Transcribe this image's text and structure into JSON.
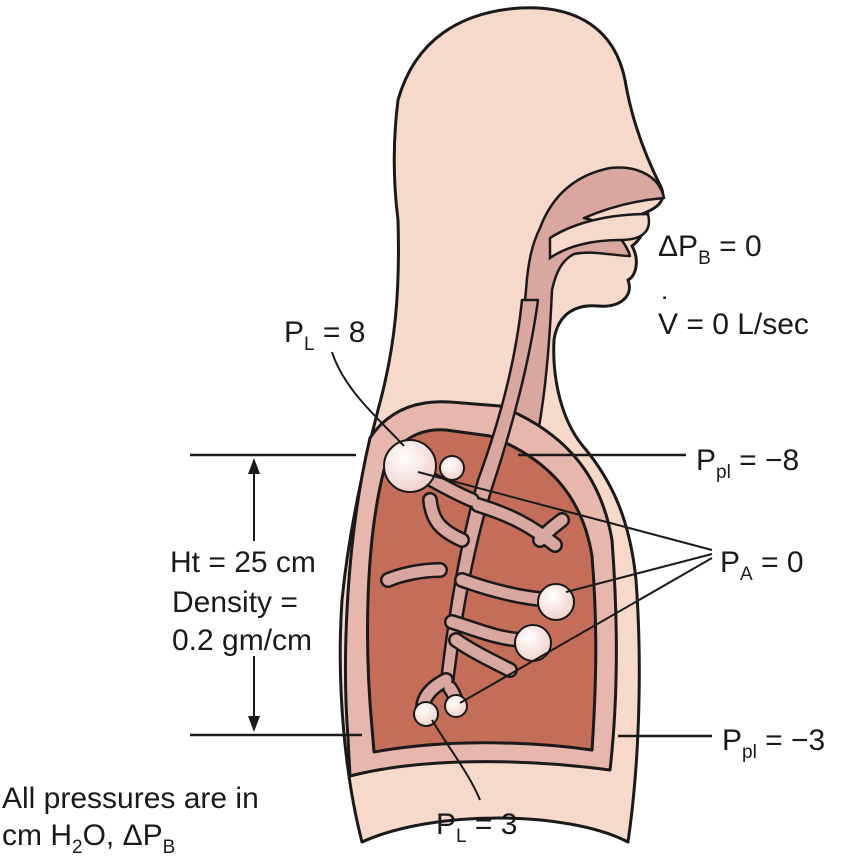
{
  "labels": {
    "delta_pb": {
      "main": "ΔP",
      "sub": "B",
      "rest": " = 0"
    },
    "flow": {
      "dot": "˙",
      "main": "V",
      "rest": " = 0 L/sec"
    },
    "pl_top": {
      "main": "P",
      "sub": "L",
      "rest": " = 8"
    },
    "pl_bottom": {
      "main": "P",
      "sub": "L",
      "rest": " = 3"
    },
    "ppl_top": {
      "main": "P",
      "sub": "pl",
      "rest": " = −8"
    },
    "ppl_bottom": {
      "main": "P",
      "sub": "pl",
      "rest": " = −3"
    },
    "pa": {
      "main": "P",
      "sub": "A",
      "rest": " = 0"
    },
    "height": "Ht = 25 cm",
    "density_1": "Density =",
    "density_2": "0.2 gm/cm",
    "note_1": "All pressures are in",
    "note_2": {
      "pre": "cm H",
      "sub1": "2",
      "mid": "O, ΔP",
      "sub2": "B"
    }
  },
  "colors": {
    "skin": "#f7d9cb",
    "lung": "#c46e5a",
    "airway": "#d9a6a0",
    "outline": "#1a1a1a"
  }
}
